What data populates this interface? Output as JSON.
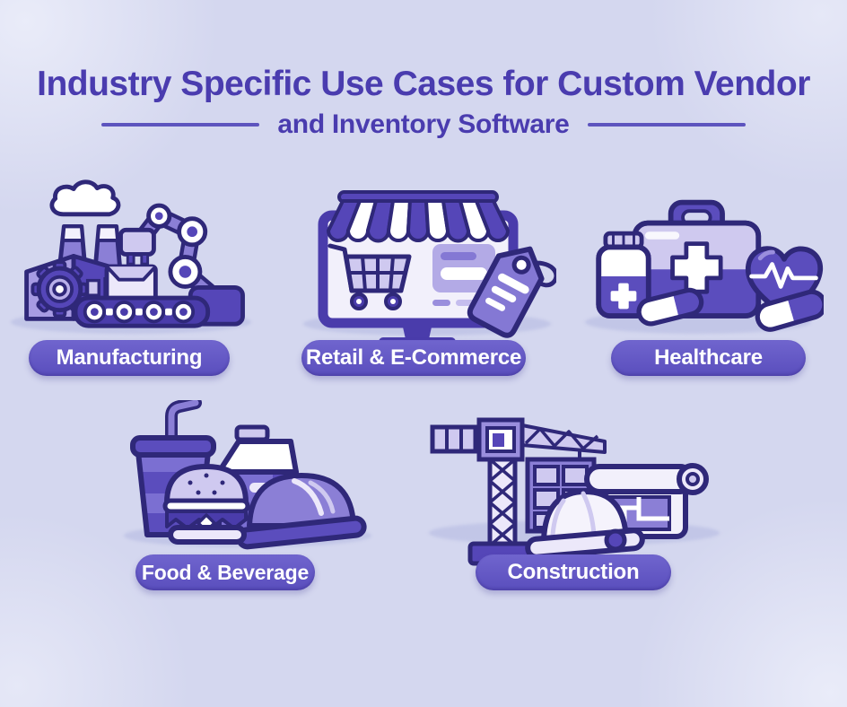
{
  "title": {
    "line1": "Industry Specific Use Cases for Custom Vendor",
    "line2": "and Inventory Software"
  },
  "industries": [
    {
      "label": "Manufacturing",
      "icon": "factory-robot-arm-icon"
    },
    {
      "label": "Retail & E-Commerce",
      "icon": "storefront-monitor-cart-price-tag-icon"
    },
    {
      "label": "Healthcare",
      "icon": "first-aid-kit-heart-pills-icon"
    },
    {
      "label": "Food & Beverage",
      "icon": "drink-burger-milk-carton-icon"
    },
    {
      "label": "Construction",
      "icon": "crane-hard-hat-blueprint-icon"
    }
  ],
  "palette": {
    "background": "#d4d7ef",
    "title_text": "#4a3caf",
    "pill_background": "#6156c2",
    "pill_text": "#ffffff",
    "icon_outline": "#2f2879",
    "purple_deep": "#5546b8",
    "purple_mid": "#8b7fd6",
    "purple_light": "#cfc9f0",
    "ground_shadow": "#c2c6e7"
  }
}
